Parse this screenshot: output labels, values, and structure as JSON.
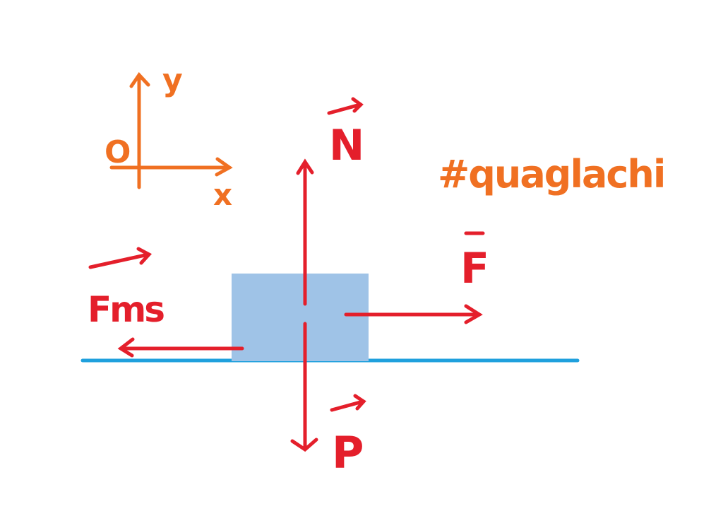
{
  "colors": {
    "axes": "#f07022",
    "force": "#e41f2b",
    "block": "#9fc3e7",
    "ground": "#1fa0dd"
  },
  "axes": {
    "y_label": "y",
    "x_label": "x",
    "origin_label": "O"
  },
  "forces": {
    "normal": "N",
    "applied": "F",
    "friction": "Fms",
    "weight": "P"
  },
  "signature": "#quaglachi"
}
